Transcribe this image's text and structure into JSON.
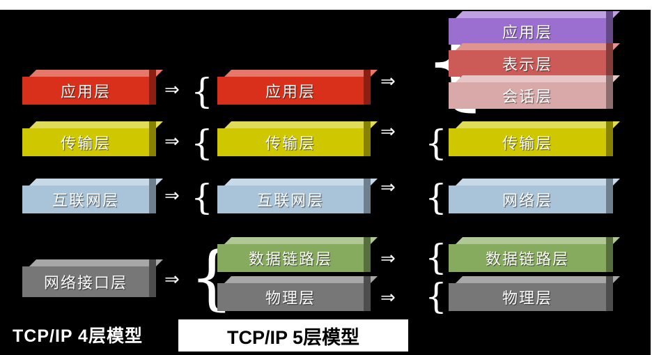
{
  "tcpip4": {
    "caption": "TCP/IP  4层模型",
    "layers": [
      {
        "label": "应用层",
        "color": "#d8301a"
      },
      {
        "label": "传输层",
        "color": "#cfc800"
      },
      {
        "label": "互联网层",
        "color": "#a9c3d9"
      },
      {
        "label": "网络接口层",
        "color": "#777777"
      }
    ]
  },
  "tcpip5": {
    "caption": "TCP/IP 5层模型",
    "layers": [
      {
        "label": "应用层",
        "color": "#d8301a"
      },
      {
        "label": "传输层",
        "color": "#cfc800"
      },
      {
        "label": "互联网层",
        "color": "#a9c3d9"
      },
      {
        "label": "数据链路层",
        "color": "#86ab5e"
      },
      {
        "label": "物理层",
        "color": "#777777"
      }
    ]
  },
  "osi7": {
    "layers": [
      {
        "label": "应用层",
        "color": "#9b6fd0"
      },
      {
        "label": "表示层",
        "color": "#cc5a56"
      },
      {
        "label": "会话层",
        "color": "#d9a8a8"
      },
      {
        "label": "传输层",
        "color": "#cfc800"
      },
      {
        "label": "网络层",
        "color": "#a9c3d9"
      },
      {
        "label": "数据链路层",
        "color": "#86ab5e"
      },
      {
        "label": "物理层",
        "color": "#777777"
      }
    ]
  },
  "arrow_glyph": "⇒",
  "brace_glyph": "{"
}
